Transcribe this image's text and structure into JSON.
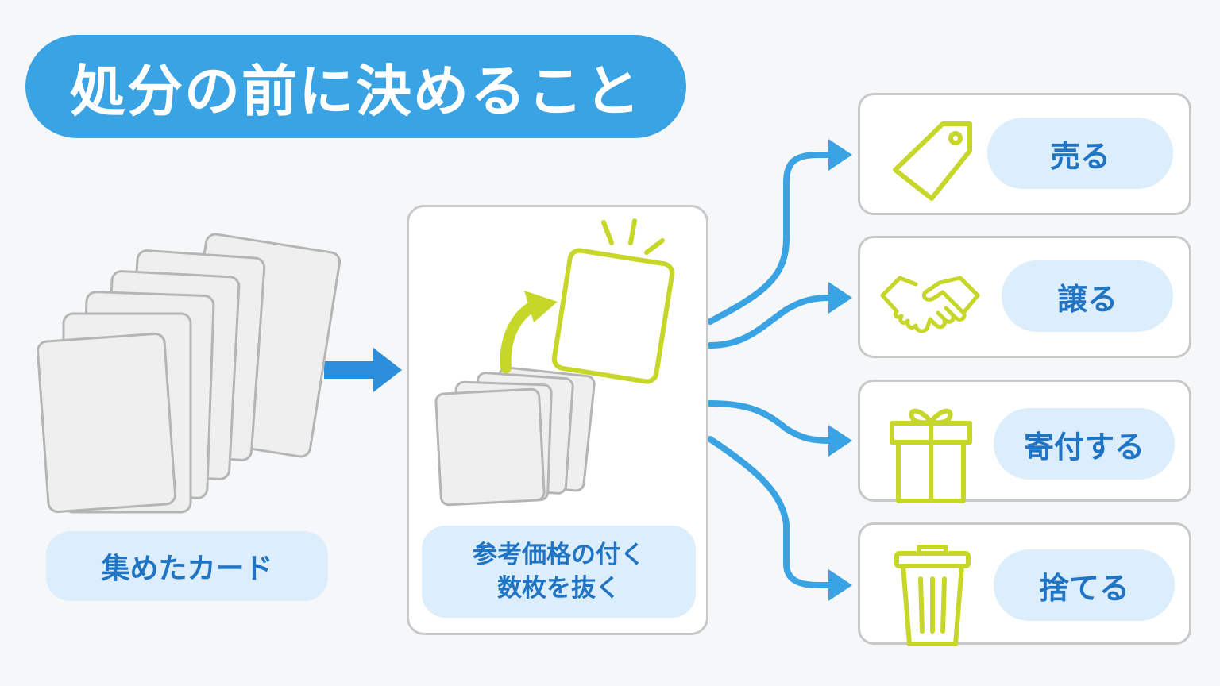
{
  "title": "処分の前に決めること",
  "collected_label": "集めたカード",
  "center_label_line1": "参考価格の付く",
  "center_label_line2": "数枚を抜く",
  "options": [
    {
      "label": "売る",
      "icon": "price-tag-icon"
    },
    {
      "label": "譲る",
      "icon": "handshake-icon"
    },
    {
      "label": "寄付する",
      "icon": "gift-icon"
    },
    {
      "label": "捨てる",
      "icon": "trash-can-icon"
    }
  ],
  "colors": {
    "accent_blue": "#3aa3e3",
    "label_bg": "#dcedfb",
    "label_text": "#1f74c4",
    "highlight_green": "#c6d72a",
    "card_border": "#b5b5b5"
  }
}
